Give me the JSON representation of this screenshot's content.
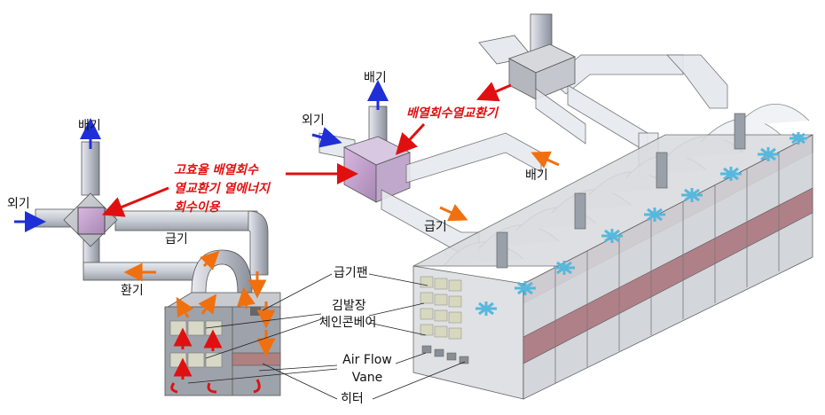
{
  "left_unit": {
    "exhaust": "배기",
    "outside_air": "외기",
    "supply": "급기",
    "return_air": "환기"
  },
  "right_unit": {
    "exhaust": "배기",
    "outside_air": "외기",
    "exhaust_side": "배기",
    "supply": "급기"
  },
  "callouts": {
    "hx_left_line1": "고효율 배열회수",
    "hx_left_line2": "열교환기 열에너지",
    "hx_left_line3": "회수이용",
    "hx_right": "배열회수열교환기"
  },
  "components": {
    "supply_fan": "급기팬",
    "conveyor_line1": "김발장",
    "conveyor_line2": "체인콘베어",
    "vane_line1": "Air Flow",
    "vane_line2": "Vane",
    "heater": "히터"
  },
  "colors": {
    "blue_arrow": "#1f2fd8",
    "orange_arrow": "#f07010",
    "red_callout": "#e01010",
    "heater_band": "#b08080",
    "fan_blue": "#56b8dc"
  }
}
